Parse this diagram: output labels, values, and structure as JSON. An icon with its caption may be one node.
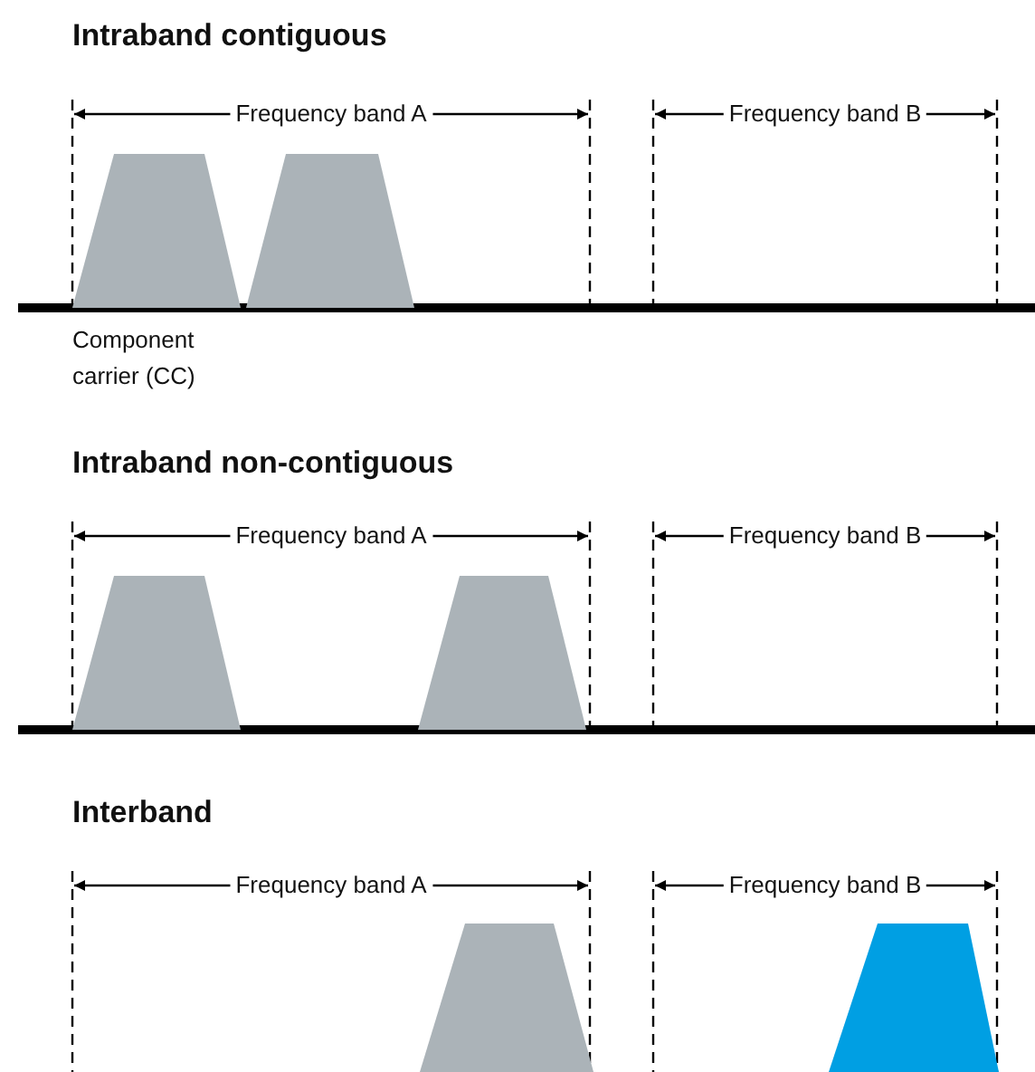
{
  "diagram": {
    "labels": [
      "Intraband contiguous",
      "Frequency band A",
      "Frequency band B",
      "Component carrier (CC)",
      "Intraband non-contiguous",
      "Frequency band A",
      "Frequency band B",
      "Interband",
      "Frequency band A",
      "Frequency band B"
    ]
  }
}
